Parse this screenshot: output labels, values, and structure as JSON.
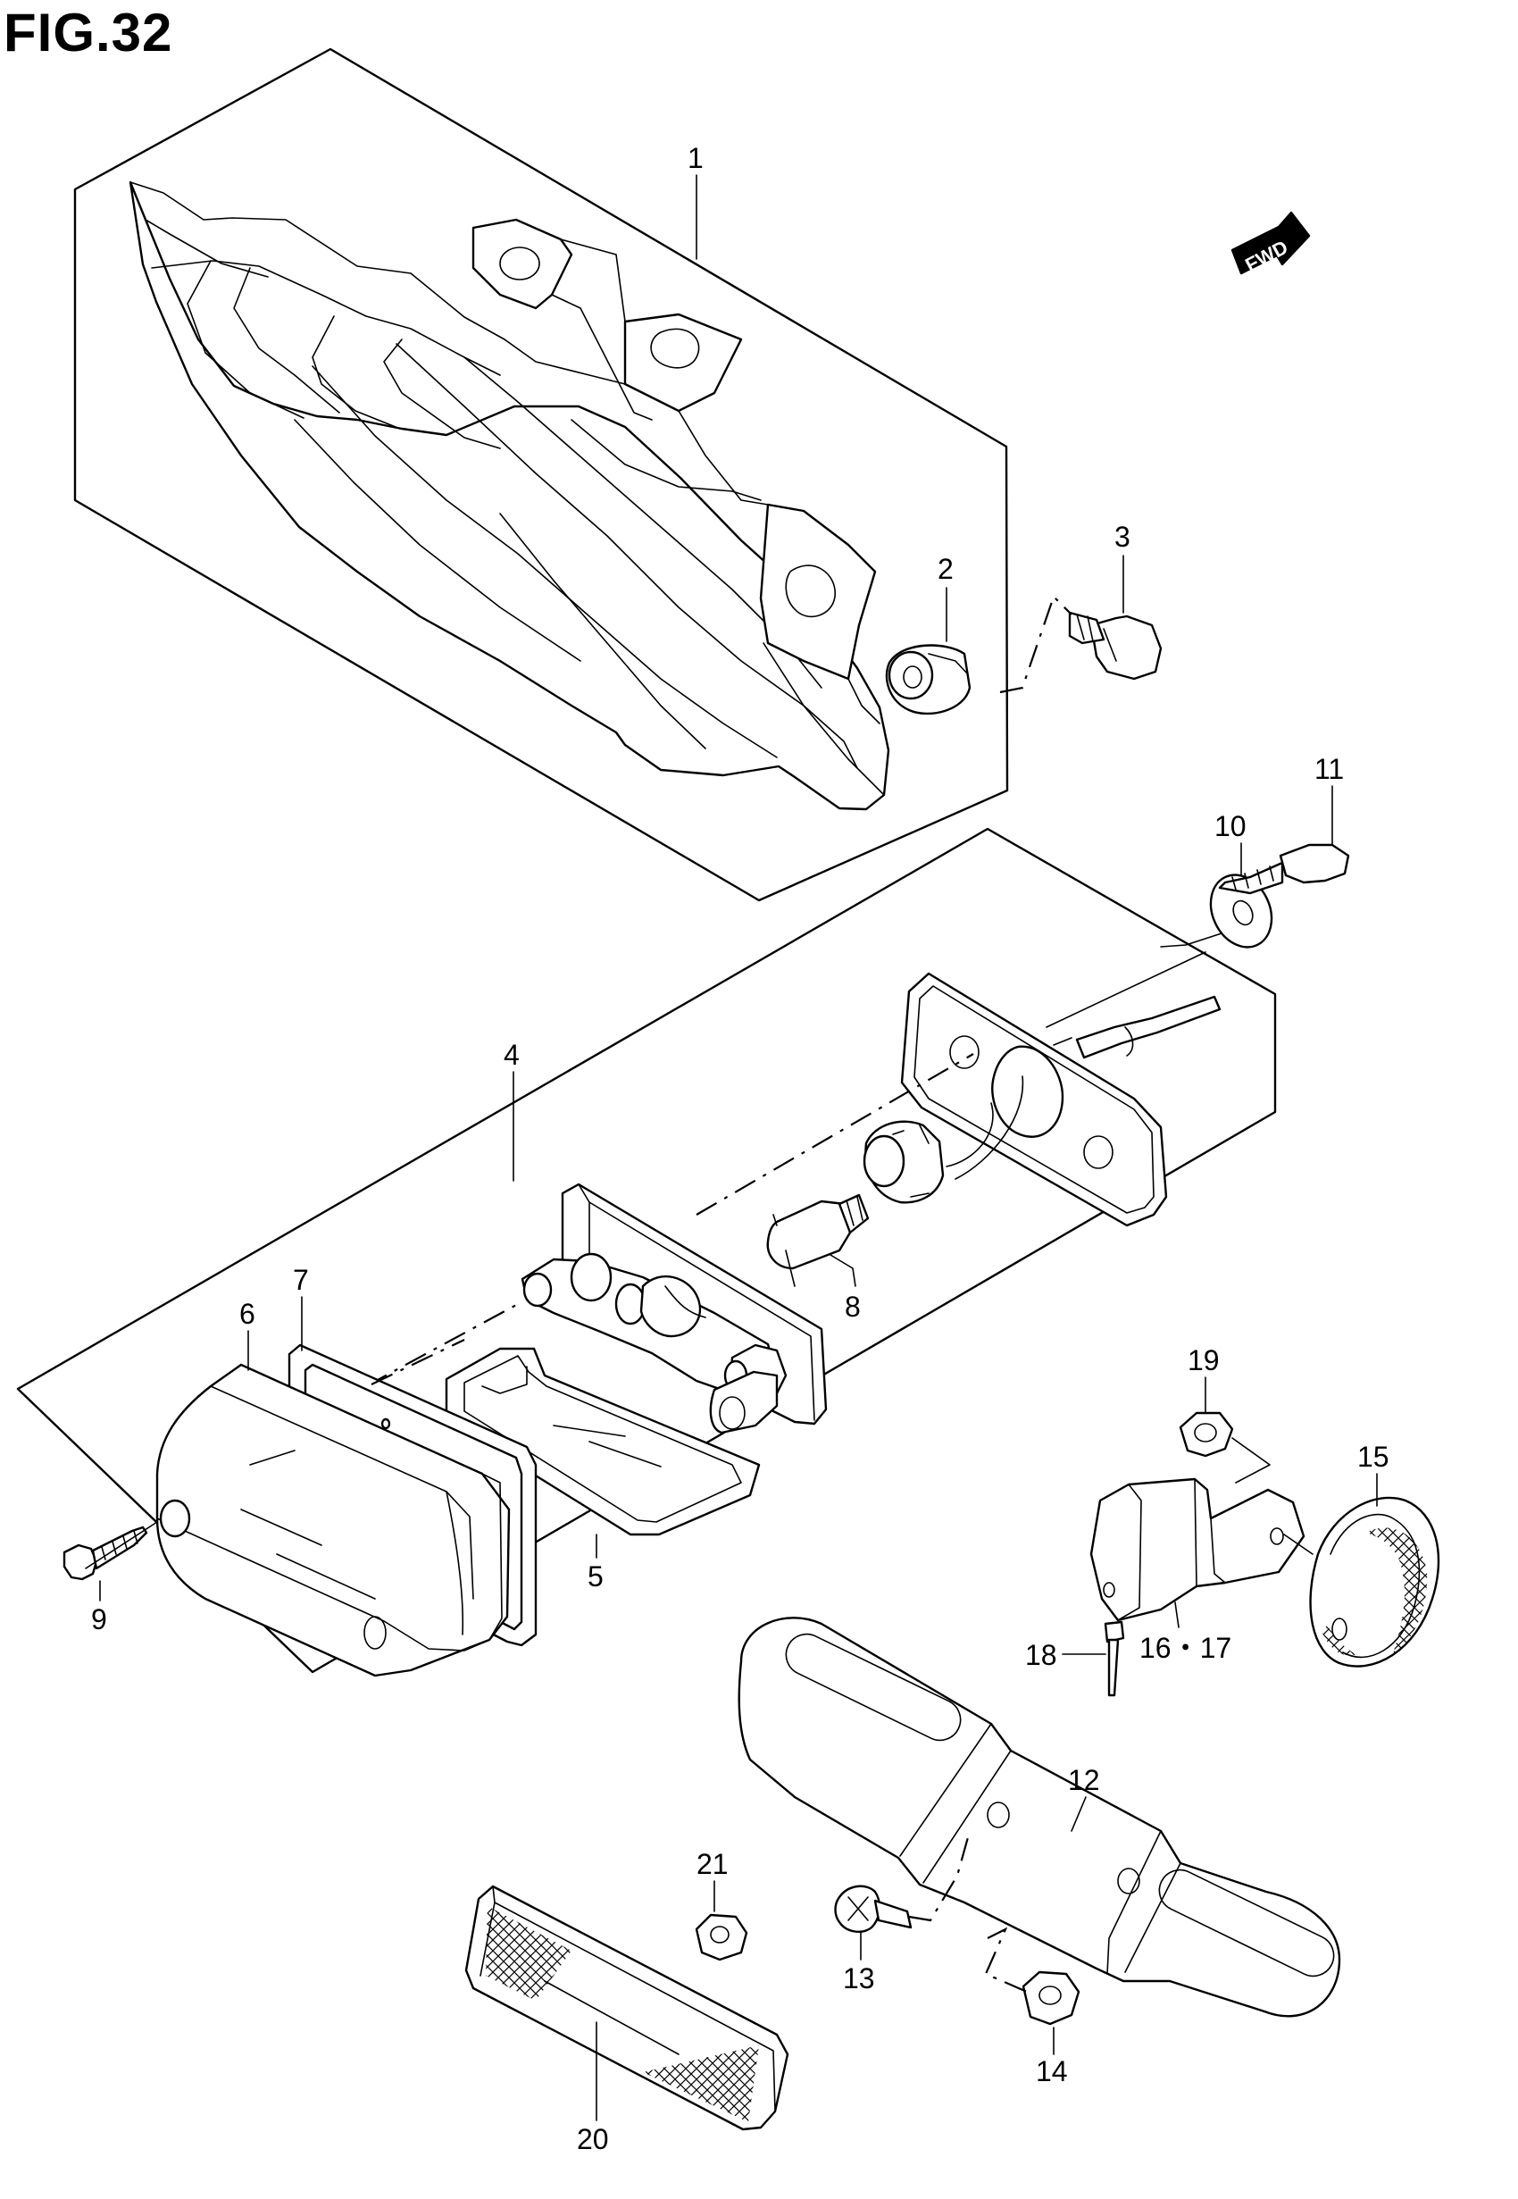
{
  "figure": {
    "title": "FIG.32"
  },
  "direction_badge": {
    "label": "FWD"
  },
  "callouts": [
    {
      "id": "c1",
      "label": "1"
    },
    {
      "id": "c2",
      "label": "2"
    },
    {
      "id": "c3",
      "label": "3"
    },
    {
      "id": "c4",
      "label": "4"
    },
    {
      "id": "c5",
      "label": "5"
    },
    {
      "id": "c6",
      "label": "6"
    },
    {
      "id": "c7",
      "label": "7"
    },
    {
      "id": "c8",
      "label": "8"
    },
    {
      "id": "c9",
      "label": "9"
    },
    {
      "id": "c10",
      "label": "10"
    },
    {
      "id": "c11",
      "label": "11"
    },
    {
      "id": "c12",
      "label": "12"
    },
    {
      "id": "c13",
      "label": "13"
    },
    {
      "id": "c14",
      "label": "14"
    },
    {
      "id": "c15",
      "label": "15"
    },
    {
      "id": "c16",
      "label": "16・17"
    },
    {
      "id": "c18",
      "label": "18"
    },
    {
      "id": "c19",
      "label": "19"
    },
    {
      "id": "c20",
      "label": "20"
    },
    {
      "id": "c21",
      "label": "21"
    }
  ]
}
